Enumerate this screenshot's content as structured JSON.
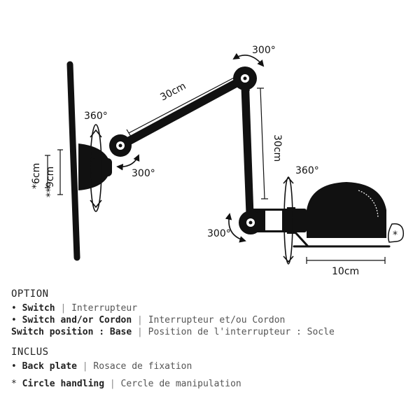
{
  "diagram": {
    "arm1_length": "30cm",
    "arm2_length": "30cm",
    "shade_length": "10cm",
    "backplate_small": "*6cm",
    "backplate_large": "**9cm",
    "rotation_base": "360°",
    "rotation_joint1": "300°",
    "rotation_joint2": "300°",
    "rotation_joint3": "300°",
    "rotation_shade": "360°",
    "circle_symbol": "*"
  },
  "option": {
    "heading": "OPTION",
    "items": [
      {
        "bullet": "•",
        "en": "Switch",
        "fr": "Interrupteur"
      },
      {
        "bullet": "•",
        "en": "Switch and/or Cordon",
        "fr": "Interrupteur et/ou Cordon"
      }
    ],
    "position": {
      "en": "Switch position : Base",
      "fr": "Position de l'interrupteur : Socle"
    }
  },
  "inclus": {
    "heading": "INCLUS",
    "items": [
      {
        "bullet": "•",
        "en": "Back plate",
        "fr": "Rosace de fixation"
      }
    ],
    "note": {
      "mark": "*",
      "en": "Circle handling",
      "fr": "Cercle de manipulation"
    }
  },
  "separator": "|",
  "colors": {
    "ink": "#111111",
    "secondary_text": "#555555"
  }
}
